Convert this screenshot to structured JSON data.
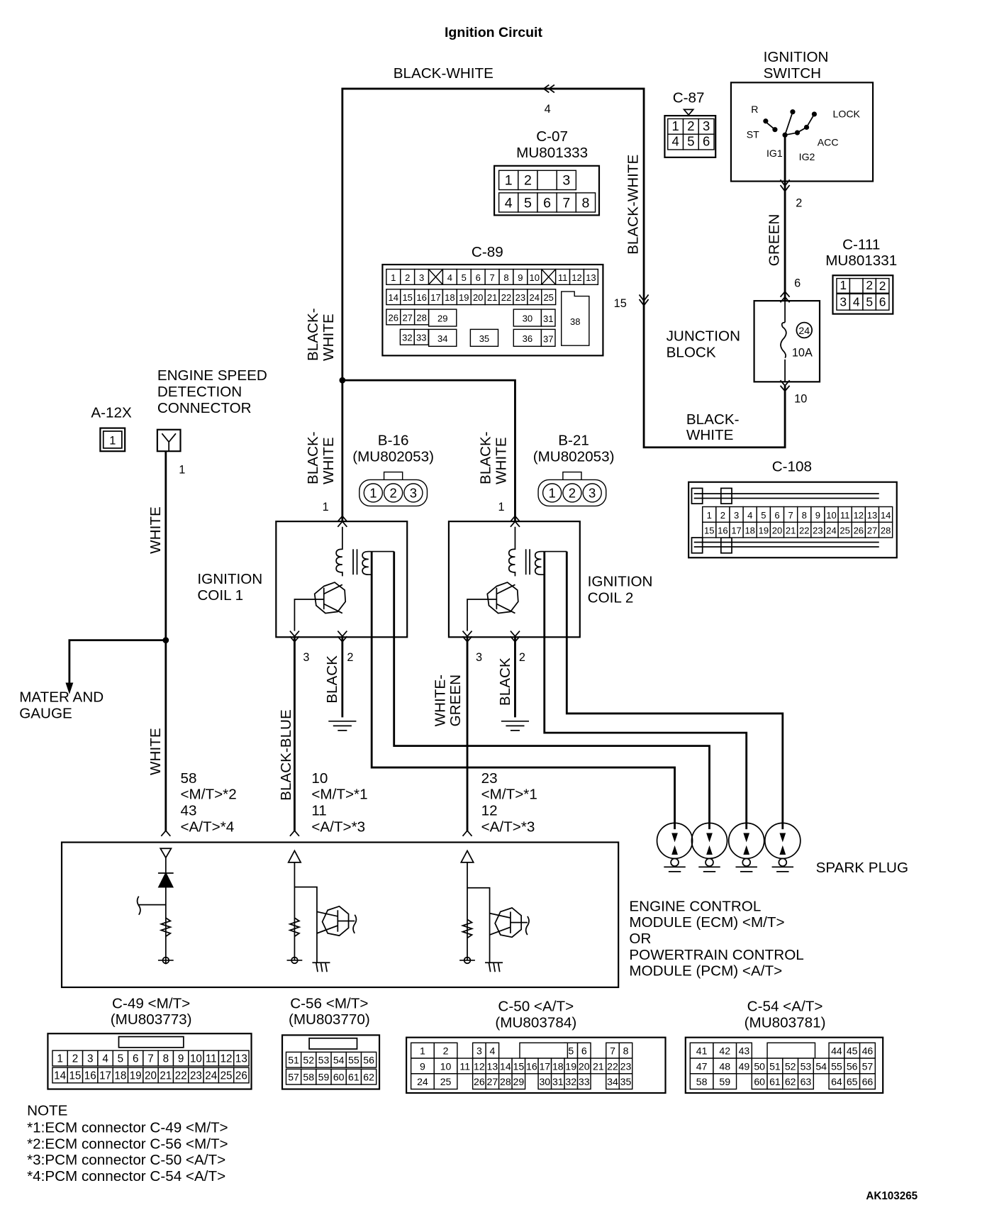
{
  "title": "Ignition Circuit",
  "figure_id": "AK103265",
  "wires": {
    "top_wire": "BLACK-WHITE",
    "right_vertical": "BLACK-WHITE",
    "left_vertical_line1": "BLACK-",
    "left_vertical_line2": "WHITE",
    "switch_output": "GREEN",
    "junction_out_line1": "BLACK-",
    "junction_out_line2": "WHITE",
    "coil1_feed_line1": "BLACK-",
    "coil1_feed_line2": "WHITE",
    "coil2_feed_line1": "BLACK-",
    "coil2_feed_line2": "WHITE",
    "tach_upper": "WHITE",
    "tach_lower": "WHITE",
    "coil1_signal": "BLACK-BLUE",
    "coil1_ground": "BLACK",
    "coil2_signal_line1": "WHITE-",
    "coil2_signal_line2": "GREEN",
    "coil2_ground": "BLACK"
  },
  "pins": {
    "c07_pin": "4",
    "junction_in_15": "15",
    "switch_pin": "2",
    "junction_pin_6": "6",
    "junction_pin_10": "10",
    "esd_pin": "1",
    "coil1_pin1": "1",
    "coil1_pin3": "3",
    "coil1_pin2": "2",
    "coil2_pin1": "1",
    "coil2_pin3": "3",
    "coil2_pin2": "2"
  },
  "ecm_pins": {
    "tach": [
      "58",
      "<M/T>*2",
      "43",
      "<A/T>*4"
    ],
    "coil1": [
      "10",
      "<M/T>*1",
      "11",
      "<A/T>*3"
    ],
    "coil2": [
      "23",
      "<M/T>*1",
      "12",
      "<A/T>*3"
    ]
  },
  "components": {
    "ignition_switch": [
      "IGNITION",
      "SWITCH"
    ],
    "switch_positions": {
      "r": "R",
      "st": "ST",
      "lock": "LOCK",
      "acc": "ACC",
      "ig1": "IG1",
      "ig2": "IG2"
    },
    "junction_block": [
      "JUNCTION",
      "BLOCK"
    ],
    "fuse_number": "24",
    "fuse_rating": "10A",
    "esd_connector": [
      "ENGINE SPEED",
      "DETECTION",
      "CONNECTOR"
    ],
    "meter": [
      "MATER AND",
      "GAUGE"
    ],
    "coil1": [
      "IGNITION",
      "COIL 1"
    ],
    "coil2": [
      "IGNITION",
      "COIL 2"
    ],
    "spark_plug": "SPARK PLUG",
    "ecm": [
      "ENGINE CONTROL",
      "MODULE (ECM) <M/T>",
      "OR",
      "POWERTRAIN CONTROL",
      "MODULE (PCM) <A/T>"
    ]
  },
  "connectors": {
    "c87": {
      "name": "C-87",
      "rows": [
        [
          "1",
          "2",
          "3"
        ],
        [
          "4",
          "5",
          "6"
        ]
      ]
    },
    "c07": {
      "name": "C-07",
      "part": "MU801333",
      "rows": [
        [
          "1",
          "2",
          "",
          "3"
        ],
        [
          "4",
          "5",
          "6",
          "7",
          "8"
        ]
      ]
    },
    "c89": {
      "name": "C-89",
      "row1": [
        "1",
        "2",
        "3",
        "X",
        "4",
        "5",
        "6",
        "7",
        "8",
        "9",
        "10",
        "X",
        "11",
        "12",
        "13"
      ],
      "row2": [
        "14",
        "15",
        "16",
        "17",
        "18",
        "19",
        "20",
        "21",
        "22",
        "23",
        "24",
        "25"
      ],
      "row3": [
        "26",
        "27",
        "28",
        "29",
        "30",
        "31"
      ],
      "row4": [
        "32",
        "33",
        "34",
        "35",
        "36",
        "37"
      ],
      "big": "38"
    },
    "c111": {
      "name": "C-111",
      "part": "MU801331",
      "rows": [
        [
          "1",
          "",
          "2"
        ],
        [
          "3",
          "4",
          "5",
          "6"
        ]
      ]
    },
    "c108": {
      "name": "C-108",
      "row1": [
        "1",
        "2",
        "3",
        "4",
        "5",
        "6",
        "7",
        "8",
        "9",
        "10",
        "11",
        "12",
        "13",
        "14"
      ],
      "row2": [
        "15",
        "16",
        "17",
        "18",
        "19",
        "20",
        "21",
        "22",
        "23",
        "24",
        "25",
        "26",
        "27",
        "28"
      ]
    },
    "a12x": {
      "name": "A-12X",
      "pin": "1"
    },
    "b16": {
      "name": "B-16",
      "part": "(MU802053)",
      "pins": [
        "1",
        "2",
        "3"
      ]
    },
    "b21": {
      "name": "B-21",
      "part": "(MU802053)",
      "pins": [
        "1",
        "2",
        "3"
      ]
    },
    "c49": {
      "name": "C-49 <M/T>",
      "part": "(MU803773)",
      "row1": [
        "1",
        "2",
        "3",
        "4",
        "5",
        "6",
        "7",
        "8",
        "9",
        "10",
        "11",
        "12",
        "13"
      ],
      "row2": [
        "14",
        "15",
        "16",
        "17",
        "18",
        "19",
        "20",
        "21",
        "22",
        "23",
        "24",
        "25",
        "26"
      ]
    },
    "c56": {
      "name": "C-56 <M/T>",
      "part": "(MU803770)",
      "row1": [
        "51",
        "52",
        "53",
        "54",
        "55",
        "56"
      ],
      "row2": [
        "57",
        "58",
        "59",
        "60",
        "61",
        "62"
      ]
    },
    "c50": {
      "name": "C-50 <A/T>",
      "part": "(MU803784)",
      "row1": [
        "1",
        "2",
        "",
        "3",
        "4",
        "",
        "",
        "",
        "5",
        "6",
        "",
        "7",
        "8"
      ],
      "row2": [
        "9",
        "10",
        "11",
        "12",
        "13",
        "14",
        "15",
        "16",
        "17",
        "18",
        "19",
        "20",
        "21",
        "22",
        "23"
      ],
      "row3": [
        "24",
        "25",
        "",
        "26",
        "27",
        "28",
        "29",
        "",
        "30",
        "31",
        "32",
        "33",
        "",
        "34",
        "35"
      ]
    },
    "c54": {
      "name": "C-54 <A/T>",
      "part": "(MU803781)",
      "row1": [
        "41",
        "42",
        "43",
        "",
        "",
        "",
        "",
        "",
        "44",
        "45",
        "46"
      ],
      "row2": [
        "47",
        "48",
        "49",
        "50",
        "51",
        "52",
        "53",
        "54",
        "55",
        "56",
        "57"
      ],
      "row3": [
        "58",
        "59",
        "",
        "60",
        "61",
        "62",
        "63",
        "",
        "64",
        "65",
        "66"
      ]
    }
  },
  "notes": {
    "heading": "NOTE",
    "items": [
      "*1:ECM connector C-49 <M/T>",
      "*2:ECM connector C-56 <M/T>",
      "*3:PCM connector C-50 <A/T>",
      "*4:PCM connector C-54 <A/T>"
    ]
  }
}
